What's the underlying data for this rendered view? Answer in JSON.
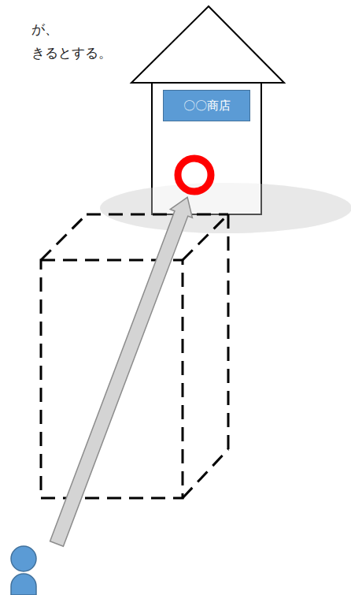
{
  "diagram": {
    "nodes": [
      {
        "text": [
          "〇〇商店"
        ]
      }
    ],
    "labels": [
      "が、",
      "きるとする。"
    ]
  }
}
